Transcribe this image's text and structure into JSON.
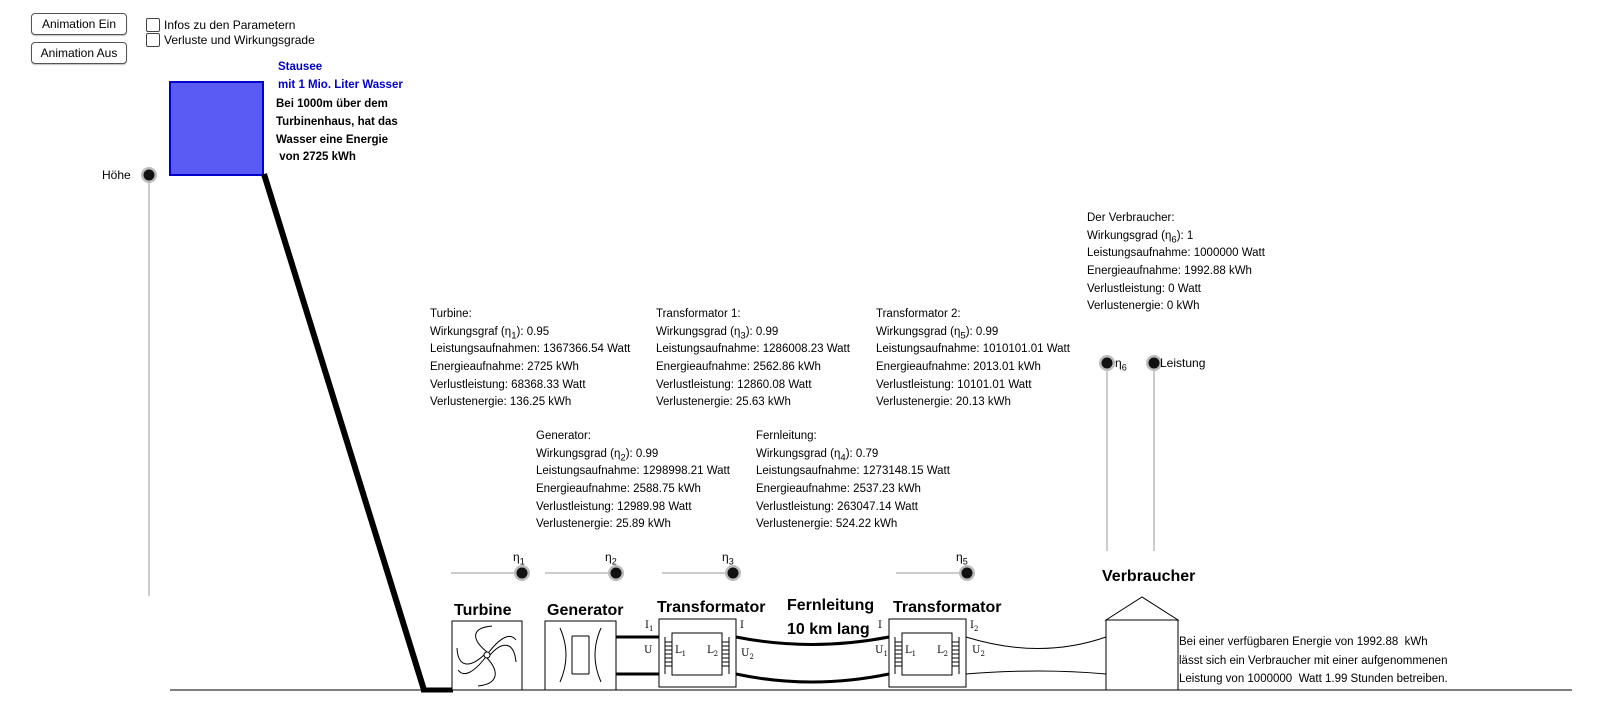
{
  "buttons": {
    "anim_on": "Animation Ein",
    "anim_off": "Animation Aus"
  },
  "checkboxes": [
    {
      "label": "Infos zu den Parametern",
      "checked": false
    },
    {
      "label": "Verluste und Wirkungsgrade",
      "checked": false
    }
  ],
  "colors": {
    "lake": "#5a5af5",
    "lake_border": "#0000cc",
    "lake_text": "#0000cc"
  },
  "lake": {
    "title": "Stausee",
    "subtitle": "mit 1 Mio. Liter Wasser",
    "lines": [
      "Bei 1000m über dem",
      "Turbinenhaus, hat das",
      "Wasser eine Energie",
      " von 2725 kWh"
    ]
  },
  "slider_height": {
    "label": "Höhe"
  },
  "sliders": {
    "eta1": {
      "symbol": "η",
      "sub": "1"
    },
    "eta2": {
      "symbol": "η",
      "sub": "2"
    },
    "eta3": {
      "symbol": "η",
      "sub": "3"
    },
    "eta5": {
      "symbol": "η",
      "sub": "5"
    },
    "eta6": {
      "symbol": "η",
      "sub": "6"
    },
    "power": {
      "label": "Leistung"
    }
  },
  "turbine_info": {
    "title": "Turbine:",
    "eff_prefix": "Wirkungsgraf (",
    "eff_sym": "η",
    "eff_sub": "1",
    "eff_value": "): 0.95",
    "power_in": "Leistungsaufnahmen: 1367366.54 Watt",
    "energy_in": "Energieaufnahme: 2725 kWh",
    "loss_power": "Verlustleistung: 68368.33 Watt",
    "loss_energy": "Verlustenergie: 136.25 kWh"
  },
  "transformer1_info": {
    "title": "Transformator 1:",
    "eff_prefix": "Wirkungsgrad (",
    "eff_sym": "η",
    "eff_sub": "3",
    "eff_value": "): 0.99",
    "power_in": "Leistungsaufnahme: 1286008.23 Watt",
    "energy_in": "Energieaufnahme: 2562.86 kWh",
    "loss_power": "Verlustleistung: 12860.08 Watt",
    "loss_energy": "Verlustenergie: 25.63 kWh"
  },
  "transformer2_info": {
    "title": "Transformator 2:",
    "eff_prefix": "Wirkungsgrad (",
    "eff_sym": "η",
    "eff_sub": "5",
    "eff_value": "): 0.99",
    "power_in": "Leistungsaufnahme: 1010101.01 Watt",
    "energy_in": "Energieaufnahme: 2013.01 kWh",
    "loss_power": "Verlustleistung: 10101.01 Watt",
    "loss_energy": "Verlustenergie: 20.13 kWh"
  },
  "consumer_info": {
    "title": "Der Verbraucher:",
    "eff_prefix": "Wirkungsgrad (",
    "eff_sym": "η",
    "eff_sub": "6",
    "eff_value": "): 1",
    "power_in": "Leistungsaufnahme: 1000000 Watt",
    "energy_in": "Energieaufnahme: 1992.88 kWh",
    "loss_power": "Verlustleistung: 0 Watt",
    "loss_energy": "Verlustenergie: 0 kWh"
  },
  "generator_info": {
    "title": "Generator:",
    "eff_prefix": "Wirkungsgrad (",
    "eff_sym": "η",
    "eff_sub": "2",
    "eff_value": "): 0.99",
    "power_in": "Leistungsaufnahme: 1298998.21 Watt",
    "energy_in": "Energieaufnahme: 2588.75 kWh",
    "loss_power": "Verlustleistung: 12989.98 Watt",
    "loss_energy": "Verlustenergie: 25.89 kWh"
  },
  "line_info": {
    "title": "Fernleitung:",
    "eff_prefix": "Wirkungsgrad (",
    "eff_sym": "η",
    "eff_sub": "4",
    "eff_value": "): 0.79",
    "power_in": "Leistungsaufnahme: 1273148.15 Watt",
    "energy_in": "Energieaufnahme: 2537.23 kWh",
    "loss_power": "Verlustleistung: 263047.14 Watt",
    "loss_energy": "Verlustenergie: 524.22 kWh"
  },
  "components": {
    "turbine": "Turbine",
    "generator": "Generator",
    "transformer1": "Transformator",
    "line_l1": "Fernleitung",
    "line_l2": "10 km lang",
    "transformer2": "Transformator",
    "consumer": "Verbraucher"
  },
  "transformer_labels": {
    "i1": "I",
    "i1_sub": "1",
    "u1": "U",
    "u1_sub": "1",
    "l1": "L",
    "l1_sub": "1",
    "i2": "I",
    "i2_sub": "2",
    "u2": "U",
    "u2_sub": "2",
    "l2": "L",
    "l2_sub": "2"
  },
  "summary": [
    "Bei einer verfügbaren Energie von 1992.88  kWh",
    "lässt sich ein Verbraucher mit einer aufgenommenen",
    "Leistung von 1000000  Watt 1.99 Stunden betreiben."
  ]
}
